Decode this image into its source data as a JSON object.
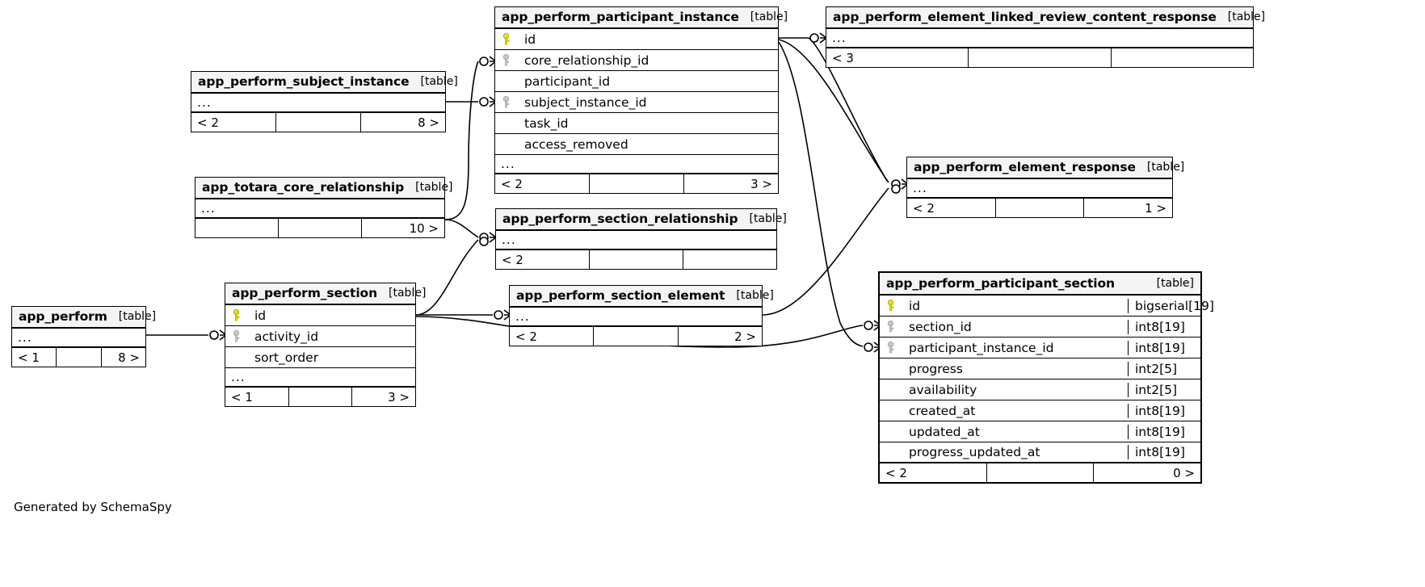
{
  "diagram": {
    "kind": "entity-relationship-diagram",
    "generator_credit": "Generated by SchemaSpy",
    "table_tag": "[table]",
    "ellipsis": "...",
    "icons": {
      "primary_key": "primary-key-icon",
      "foreign_key": "foreign-key-icon"
    }
  },
  "tables": [
    {
      "id": "app_perform",
      "name": "app_perform",
      "tag": "[table]",
      "ellipsis": "...",
      "columns": [],
      "footer": {
        "left": "< 1",
        "mid": "",
        "right": "8 >"
      }
    },
    {
      "id": "app_perform_subject_instance",
      "name": "app_perform_subject_instance",
      "tag": "[table]",
      "ellipsis": "...",
      "columns": [],
      "footer": {
        "left": "< 2",
        "mid": "",
        "right": "8 >"
      }
    },
    {
      "id": "app_totara_core_relationship",
      "name": "app_totara_core_relationship",
      "tag": "[table]",
      "ellipsis": "...",
      "columns": [],
      "footer": {
        "left": "",
        "mid": "",
        "right": "10 >"
      }
    },
    {
      "id": "app_perform_section",
      "name": "app_perform_section",
      "tag": "[table]",
      "ellipsis": "...",
      "columns": [
        {
          "key": "primary",
          "name": "id",
          "type": ""
        },
        {
          "key": "foreign",
          "name": "activity_id",
          "type": ""
        },
        {
          "key": "none",
          "name": "sort_order",
          "type": ""
        }
      ],
      "footer": {
        "left": "< 1",
        "mid": "",
        "right": "3 >"
      }
    },
    {
      "id": "app_perform_participant_instance",
      "name": "app_perform_participant_instance",
      "tag": "[table]",
      "ellipsis": "...",
      "columns": [
        {
          "key": "primary",
          "name": "id",
          "type": ""
        },
        {
          "key": "foreign",
          "name": "core_relationship_id",
          "type": ""
        },
        {
          "key": "none",
          "name": "participant_id",
          "type": ""
        },
        {
          "key": "foreign",
          "name": "subject_instance_id",
          "type": ""
        },
        {
          "key": "none",
          "name": "task_id",
          "type": ""
        },
        {
          "key": "none",
          "name": "access_removed",
          "type": ""
        }
      ],
      "footer": {
        "left": "< 2",
        "mid": "",
        "right": "3 >"
      }
    },
    {
      "id": "app_perform_section_relationship",
      "name": "app_perform_section_relationship",
      "tag": "[table]",
      "ellipsis": "...",
      "columns": [],
      "footer": {
        "left": "< 2",
        "mid": "",
        "right": ""
      }
    },
    {
      "id": "app_perform_section_element",
      "name": "app_perform_section_element",
      "tag": "[table]",
      "ellipsis": "...",
      "columns": [],
      "footer": {
        "left": "< 2",
        "mid": "",
        "right": "2 >"
      }
    },
    {
      "id": "app_perform_element_linked_review_content_response",
      "name": "app_perform_element_linked_review_content_response",
      "tag": "[table]",
      "ellipsis": "...",
      "columns": [],
      "footer": {
        "left": "< 3",
        "mid": "",
        "right": ""
      }
    },
    {
      "id": "app_perform_element_response",
      "name": "app_perform_element_response",
      "tag": "[table]",
      "ellipsis": "...",
      "columns": [],
      "footer": {
        "left": "< 2",
        "mid": "",
        "right": "1 >"
      }
    },
    {
      "id": "app_perform_participant_section",
      "name": "app_perform_participant_section",
      "tag": "[table]",
      "ellipsis": "",
      "columns": [
        {
          "key": "primary",
          "name": "id",
          "type": "bigserial[19]"
        },
        {
          "key": "foreign",
          "name": "section_id",
          "type": "int8[19]"
        },
        {
          "key": "foreign",
          "name": "participant_instance_id",
          "type": "int8[19]"
        },
        {
          "key": "none",
          "name": "progress",
          "type": "int2[5]"
        },
        {
          "key": "none",
          "name": "availability",
          "type": "int2[5]"
        },
        {
          "key": "none",
          "name": "created_at",
          "type": "int8[19]"
        },
        {
          "key": "none",
          "name": "updated_at",
          "type": "int8[19]"
        },
        {
          "key": "none",
          "name": "progress_updated_at",
          "type": "int8[19]"
        }
      ],
      "footer": {
        "left": "< 2",
        "mid": "",
        "right": "0 >"
      }
    }
  ],
  "colors": {
    "primary_key": "#e8e800",
    "foreign_key": "#b0b0b0",
    "header_bg": "#f4f4f4",
    "line": "#000000",
    "background": "#ffffff"
  }
}
